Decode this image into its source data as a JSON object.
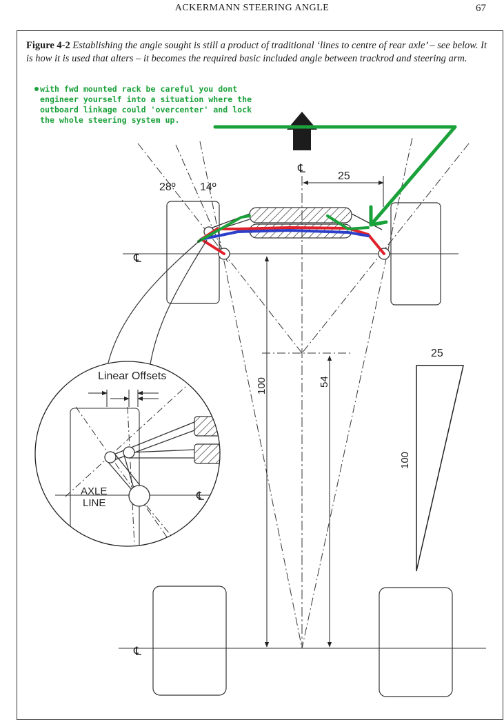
{
  "header": {
    "running_title": "ACKERMANN STEERING ANGLE",
    "page_number": "67"
  },
  "caption": {
    "label": "Figure 4-2",
    "text": "Establishing the angle sought is still a product of traditional ‘lines to centre of rear axle’ – see below. It is how it is used that alters – it becomes the required basic included angle between trackrod and steering arm."
  },
  "annotation": {
    "lines": [
      "with fwd mounted rack be careful you dont",
      "engineer yourself into a situation where the",
      "outboard linkage could 'overcenter' and lock",
      "the whole steering system up."
    ],
    "color": "#1aa13a"
  },
  "diagram": {
    "angle_left": "28º",
    "angle_right": "14º",
    "centerline_symbol": "℄",
    "dim_rack_offset": "25",
    "dim_full_length": "100",
    "dim_intersection": "54",
    "inset_title": "Linear Offsets",
    "inset_axle_label_1": "AXLE",
    "inset_axle_label_2": "LINE",
    "inset_centerline_symbol": "℄"
  },
  "triangle": {
    "top_label": "25",
    "side_label": "100"
  },
  "colors": {
    "red": "#e0202a",
    "blue": "#2b3fc9",
    "green": "#1aa13a",
    "ink": "#222222"
  }
}
